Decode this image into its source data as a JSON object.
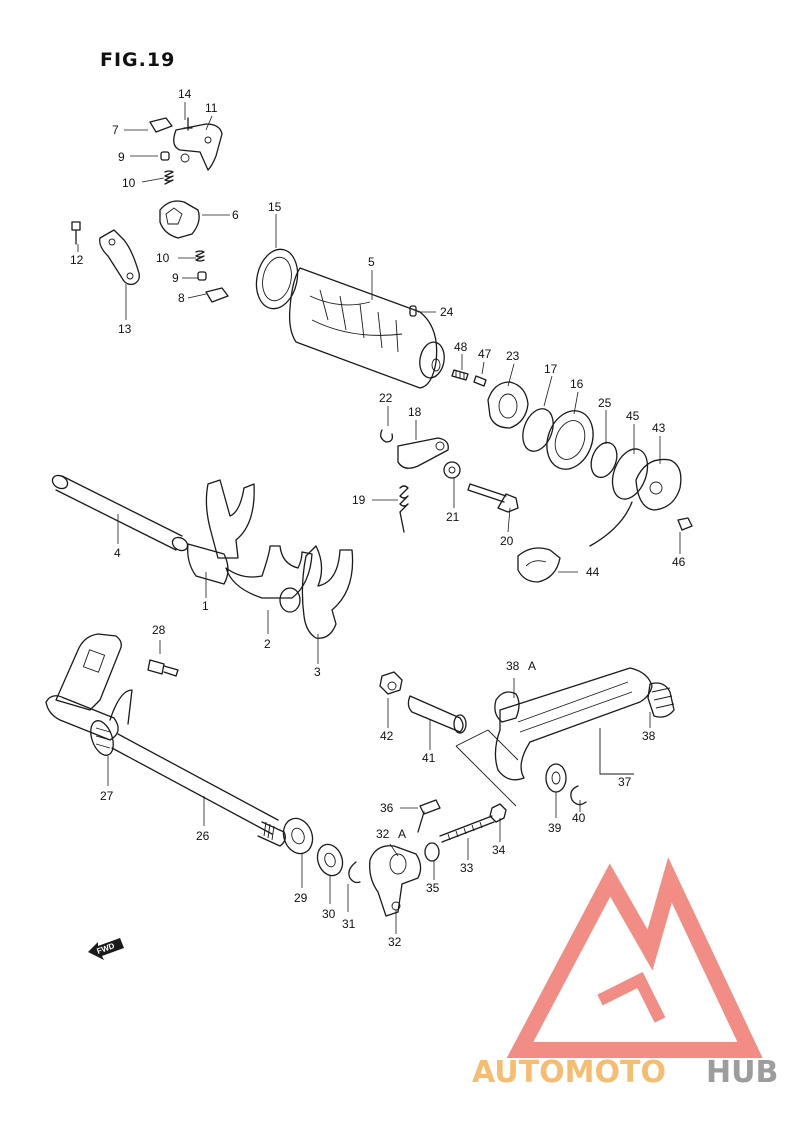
{
  "figure": {
    "title": "FIG.19"
  },
  "callouts": {
    "c1": "1",
    "c2": "2",
    "c3": "3",
    "c4": "4",
    "c5": "5",
    "c6": "6",
    "c7": "7",
    "c8": "8",
    "c9a": "9",
    "c9b": "9",
    "c10a": "10",
    "c10b": "10",
    "c11": "11",
    "c12": "12",
    "c13": "13",
    "c14": "14",
    "c15": "15",
    "c16": "16",
    "c17": "17",
    "c18": "18",
    "c19": "19",
    "c20": "20",
    "c21": "21",
    "c22": "22",
    "c23": "23",
    "c24": "24",
    "c25": "25",
    "c26": "26",
    "c27": "27",
    "c28": "28",
    "c29": "29",
    "c30": "30",
    "c31": "31",
    "c32a": "32",
    "c32b": "32",
    "c33": "33",
    "c34": "34",
    "c35": "35",
    "c36": "36",
    "c37": "37",
    "c38a": "38",
    "c38b": "38",
    "c39": "39",
    "c40": "40",
    "c41": "41",
    "c42": "42",
    "c43": "43",
    "c44": "44",
    "c45": "45",
    "c46": "46",
    "c47": "47",
    "c48": "48",
    "markA1": "A",
    "markA2": "A"
  },
  "fwd_label": "FWD",
  "watermark": {
    "word_1": "AUTOMOTO",
    "word_2": "HUB",
    "color_red": "#f07a70",
    "color_orange": "#f4b25a",
    "color_gray": "#8c8c8c"
  }
}
